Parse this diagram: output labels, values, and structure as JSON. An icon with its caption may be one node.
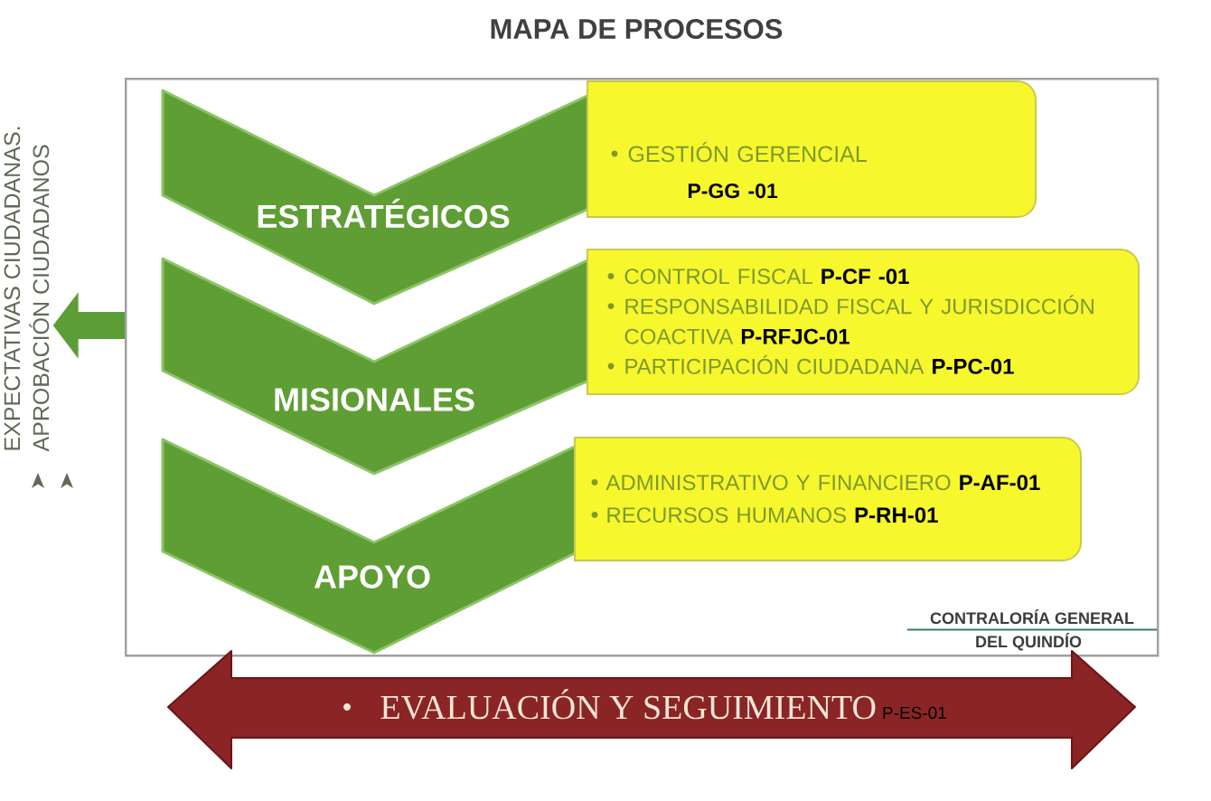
{
  "diagram": {
    "title": "MAPA DE PROCESOS",
    "nodes": [
      {
        "text": [],
        "shape": "box"
      },
      {
        "text": [
          "ESTRATÉGICOS"
        ],
        "in": 0
      },
      {
        "text": [
          "GESTIÓN GERENCIAL",
          "P-GG -01"
        ],
        "in": 0
      },
      {
        "text": [
          "MISIONALES"
        ],
        "in": 0
      },
      {
        "text": [
          "CONTROL FISCAL",
          "P-CF -01",
          "RESPONSABILIDAD FISCAL Y JURISDICCIÓN COACTIVA",
          "P-RFJC-01",
          "PARTICIPACIÓN CIUDADANA",
          "P-PC-01"
        ],
        "in": 0
      },
      {
        "text": [
          "APOYO"
        ],
        "in": 0
      },
      {
        "text": [
          "ADMINISTRATIVO Y FINANCIERO",
          "P-AF-01",
          "RECURSOS HUMANOS",
          "P-RH-01"
        ],
        "in": 0
      },
      {
        "text": [
          "EXPECTATIVAS CIUDADANAS.",
          "APROBACIÓN CIUDADANOS"
        ]
      },
      {
        "text": [
          "EVALUACIÓN Y SEGUIMIENTO",
          "P-ES-01"
        ]
      }
    ],
    "edges": [
      {
        "from": 0,
        "to": 7,
        "arrow": "to"
      }
    ],
    "labels": [
      "CONTRALORÍA GENERAL",
      "DEL QUINDÍO"
    ]
  }
}
